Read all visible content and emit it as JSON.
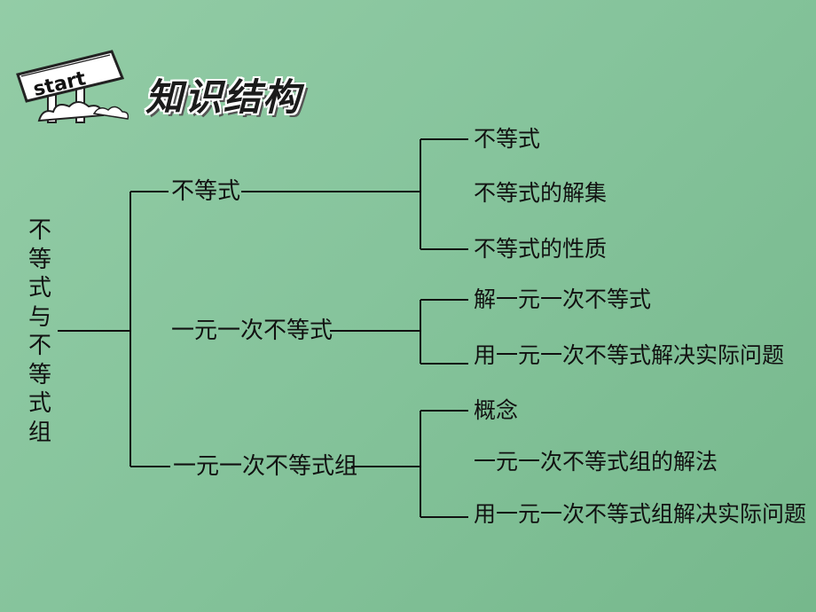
{
  "header": {
    "sign_text": "start",
    "title": "知识结构"
  },
  "diagram": {
    "root": "不等式与不等式组",
    "branches": [
      {
        "label": "不等式",
        "leaves": [
          "不等式",
          "不等式的解集",
          "不等式的性质"
        ]
      },
      {
        "label": "一元一次不等式",
        "leaves": [
          "解一元一次不等式",
          "用一元一次不等式解决实际问题"
        ]
      },
      {
        "label": "一元一次不等式组",
        "leaves": [
          "概念",
          "一元一次不等式组的解法",
          "用一元一次不等式组解决实际问题"
        ]
      }
    ]
  }
}
